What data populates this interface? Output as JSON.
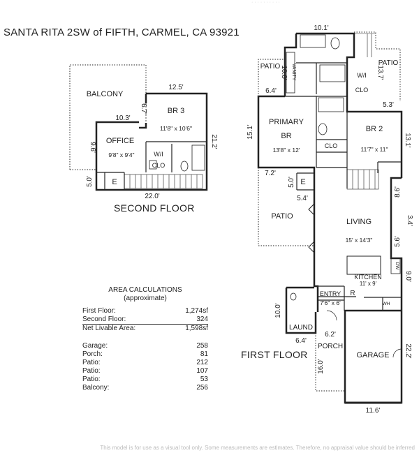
{
  "title": "SANTA RITA 2SW of FIFTH, CARMEL, CA 93921",
  "top_faint": "· · · · · · · · · ·",
  "second_floor": {
    "label": "SECOND FLOOR",
    "rooms": {
      "balcony": "BALCONY",
      "br3": "BR 3",
      "br3_dim": "11'8\" x 10'6\"",
      "office": "OFFICE",
      "office_dim": "9'8\" x 9'4\"",
      "wi": "W/I",
      "clo": "CLO",
      "e": "E"
    },
    "dims": {
      "d12_5": "12.5'",
      "d10_3": "10.3'",
      "d6_7": "6.7'",
      "d21_2": "21.2'",
      "d9_6": "9.6'",
      "d5_0": "5.0'",
      "d22_0": "22.0'"
    }
  },
  "first_floor": {
    "label": "FIRST FLOOR",
    "rooms": {
      "patio_top_left": "PATIO",
      "patio_top_right": "PATIO",
      "vanity": "VANITY",
      "wi": "W/I",
      "clo_wi": "CLO",
      "primary": "PRIMARY",
      "br": "BR",
      "primary_dim": "13'8\" x 12'",
      "clo": "CLO",
      "br2": "BR 2",
      "br2_dim": "11'7\" x 11\"",
      "e": "E",
      "patio_mid": "PATIO",
      "living": "LIVING",
      "living_dim": "15' x 14'3\"",
      "dw": "DW",
      "kitchen": "KITCHEN",
      "kitchen_dim": "11' x 9'",
      "r": "R",
      "wh": "WH",
      "entry": "ENTRY",
      "entry_dim": "7'6\" x 6'",
      "laund": "LAUND",
      "porch": "PORCH",
      "garage": "GARAGE"
    },
    "dims": {
      "d10_1": "10.1'",
      "d10_8": "10.8'",
      "d6_4_top": "6.4'",
      "d13_7": "13.7'",
      "d5_3": "5.3'",
      "d15_1": "15.1'",
      "d13_1": "13.1'",
      "d7_2": "7.2'",
      "d5_0": "5.0'",
      "d5_4": "5.4'",
      "d8_6": "8.6'",
      "d3_4": "3.4'",
      "d5_6": "5.6'",
      "d9_0": "9.0'",
      "d10_0": "10.0'",
      "d6_2": "6.2'",
      "d6_4_bottom": "6.4'",
      "d16_0": "16.0'",
      "d22_2": "22.2'",
      "d11_6": "11.6'"
    }
  },
  "area": {
    "heading1": "AREA CALCULATIONS",
    "heading2": "(approximate)",
    "rows": [
      {
        "label": "First Floor:",
        "value": "1,274sf"
      },
      {
        "label": "Second Floor:",
        "value": "324"
      },
      {
        "label": "Net Livable Area:",
        "value": "1,598sf"
      }
    ],
    "rows2": [
      {
        "label": "Garage:",
        "value": "258"
      },
      {
        "label": "Porch:",
        "value": "81"
      },
      {
        "label": "Patio:",
        "value": "212"
      },
      {
        "label": "Patio:",
        "value": "107"
      },
      {
        "label": "Patio:",
        "value": "53"
      },
      {
        "label": "Balcony:",
        "value": "256"
      }
    ]
  },
  "footer": "This model is for use as a visual tool only. Some measurements are estimates. Therefore, no appraisal value should be inferred"
}
